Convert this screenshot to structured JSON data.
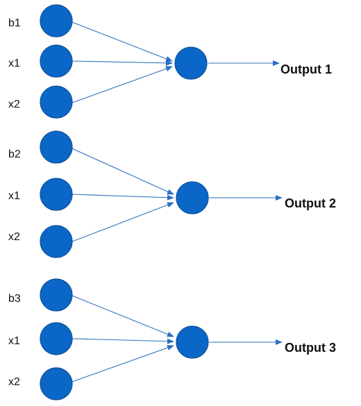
{
  "colors": {
    "node_fill": "#0b67c7",
    "node_stroke": "#0d4f98",
    "edge": "#2c6fbe",
    "text": "#111111"
  },
  "groups": [
    {
      "inputs": [
        "b1",
        "x1",
        "x2"
      ],
      "output": "Output 1"
    },
    {
      "inputs": [
        "b2",
        "x1",
        "x2"
      ],
      "output": "Output 2"
    },
    {
      "inputs": [
        "b3",
        "x1",
        "x2"
      ],
      "output": "Output 3"
    }
  ]
}
